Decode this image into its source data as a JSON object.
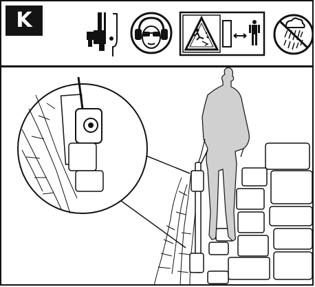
{
  "panel": {
    "step_letter": "K",
    "header_icons": [
      {
        "name": "hedge-trimmer-icon"
      },
      {
        "name": "ear-eye-protection-icon"
      },
      {
        "name": "thrown-objects-keep-distance-icon"
      },
      {
        "name": "no-rain-icon"
      }
    ],
    "illustration": {
      "name": "trimming-hedge-scene",
      "items": [
        "operator-figure",
        "hedge-trimmer",
        "hedge",
        "paving-stones",
        "magnified-detail"
      ]
    }
  },
  "colors": {
    "ink": "#111111",
    "background": "#ffffff",
    "badge": "#141414",
    "figure": "#d0d0d0"
  }
}
